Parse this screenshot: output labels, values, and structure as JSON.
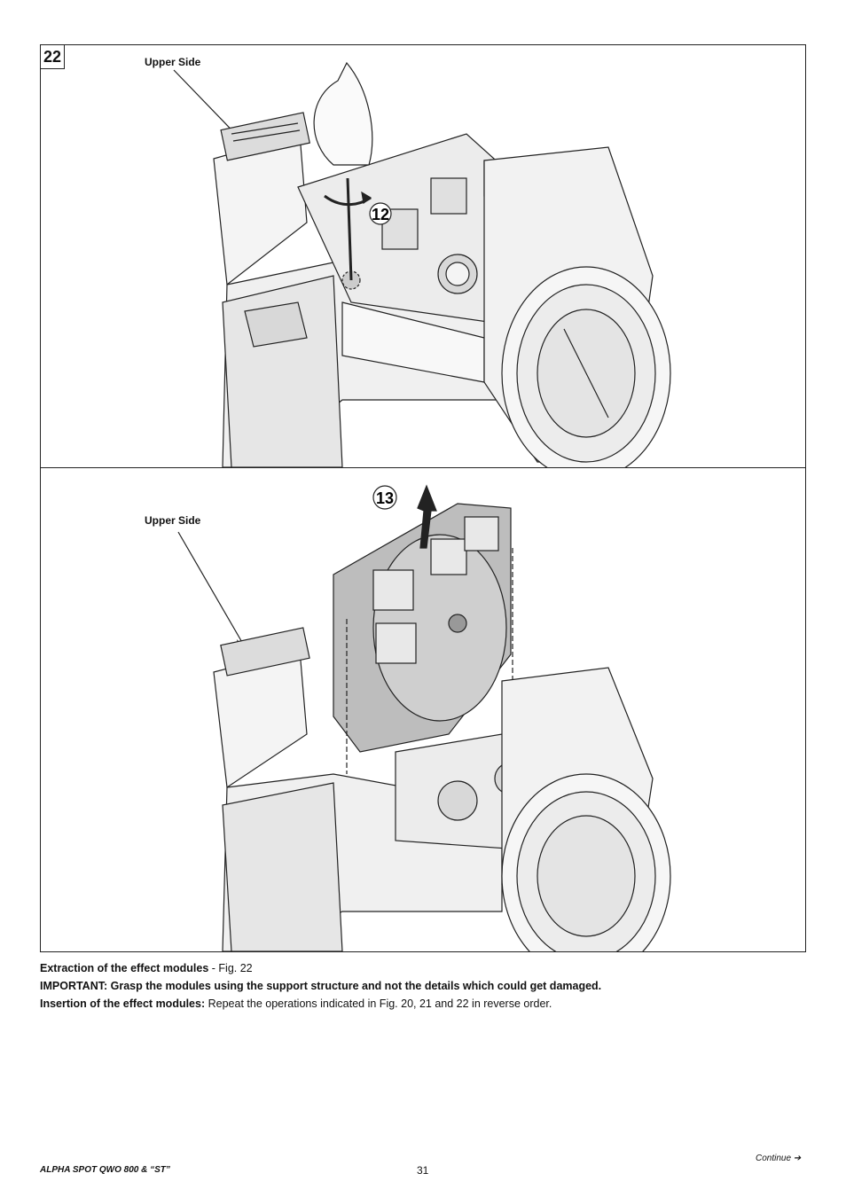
{
  "figure": {
    "number": "22",
    "top_label": "Upper Side",
    "bottom_label": "Upper Side",
    "step_12": "12",
    "step_13": "13"
  },
  "caption": {
    "line1_bold": "Extraction of the effect modules",
    "line1_rest": " - Fig. 22",
    "line2_bold": "IMPORTANT: Grasp the modules using the support structure and not the details which could get damaged.",
    "line3_bold": "Insertion of the effect modules:",
    "line3_rest": " Repeat the operations indicated in Fig. 20, 21 and 22 in reverse order."
  },
  "footer": {
    "model": "ALPHA SPOT QWO 800 & “ST”",
    "page": "31",
    "continue": "Continue ➔"
  }
}
